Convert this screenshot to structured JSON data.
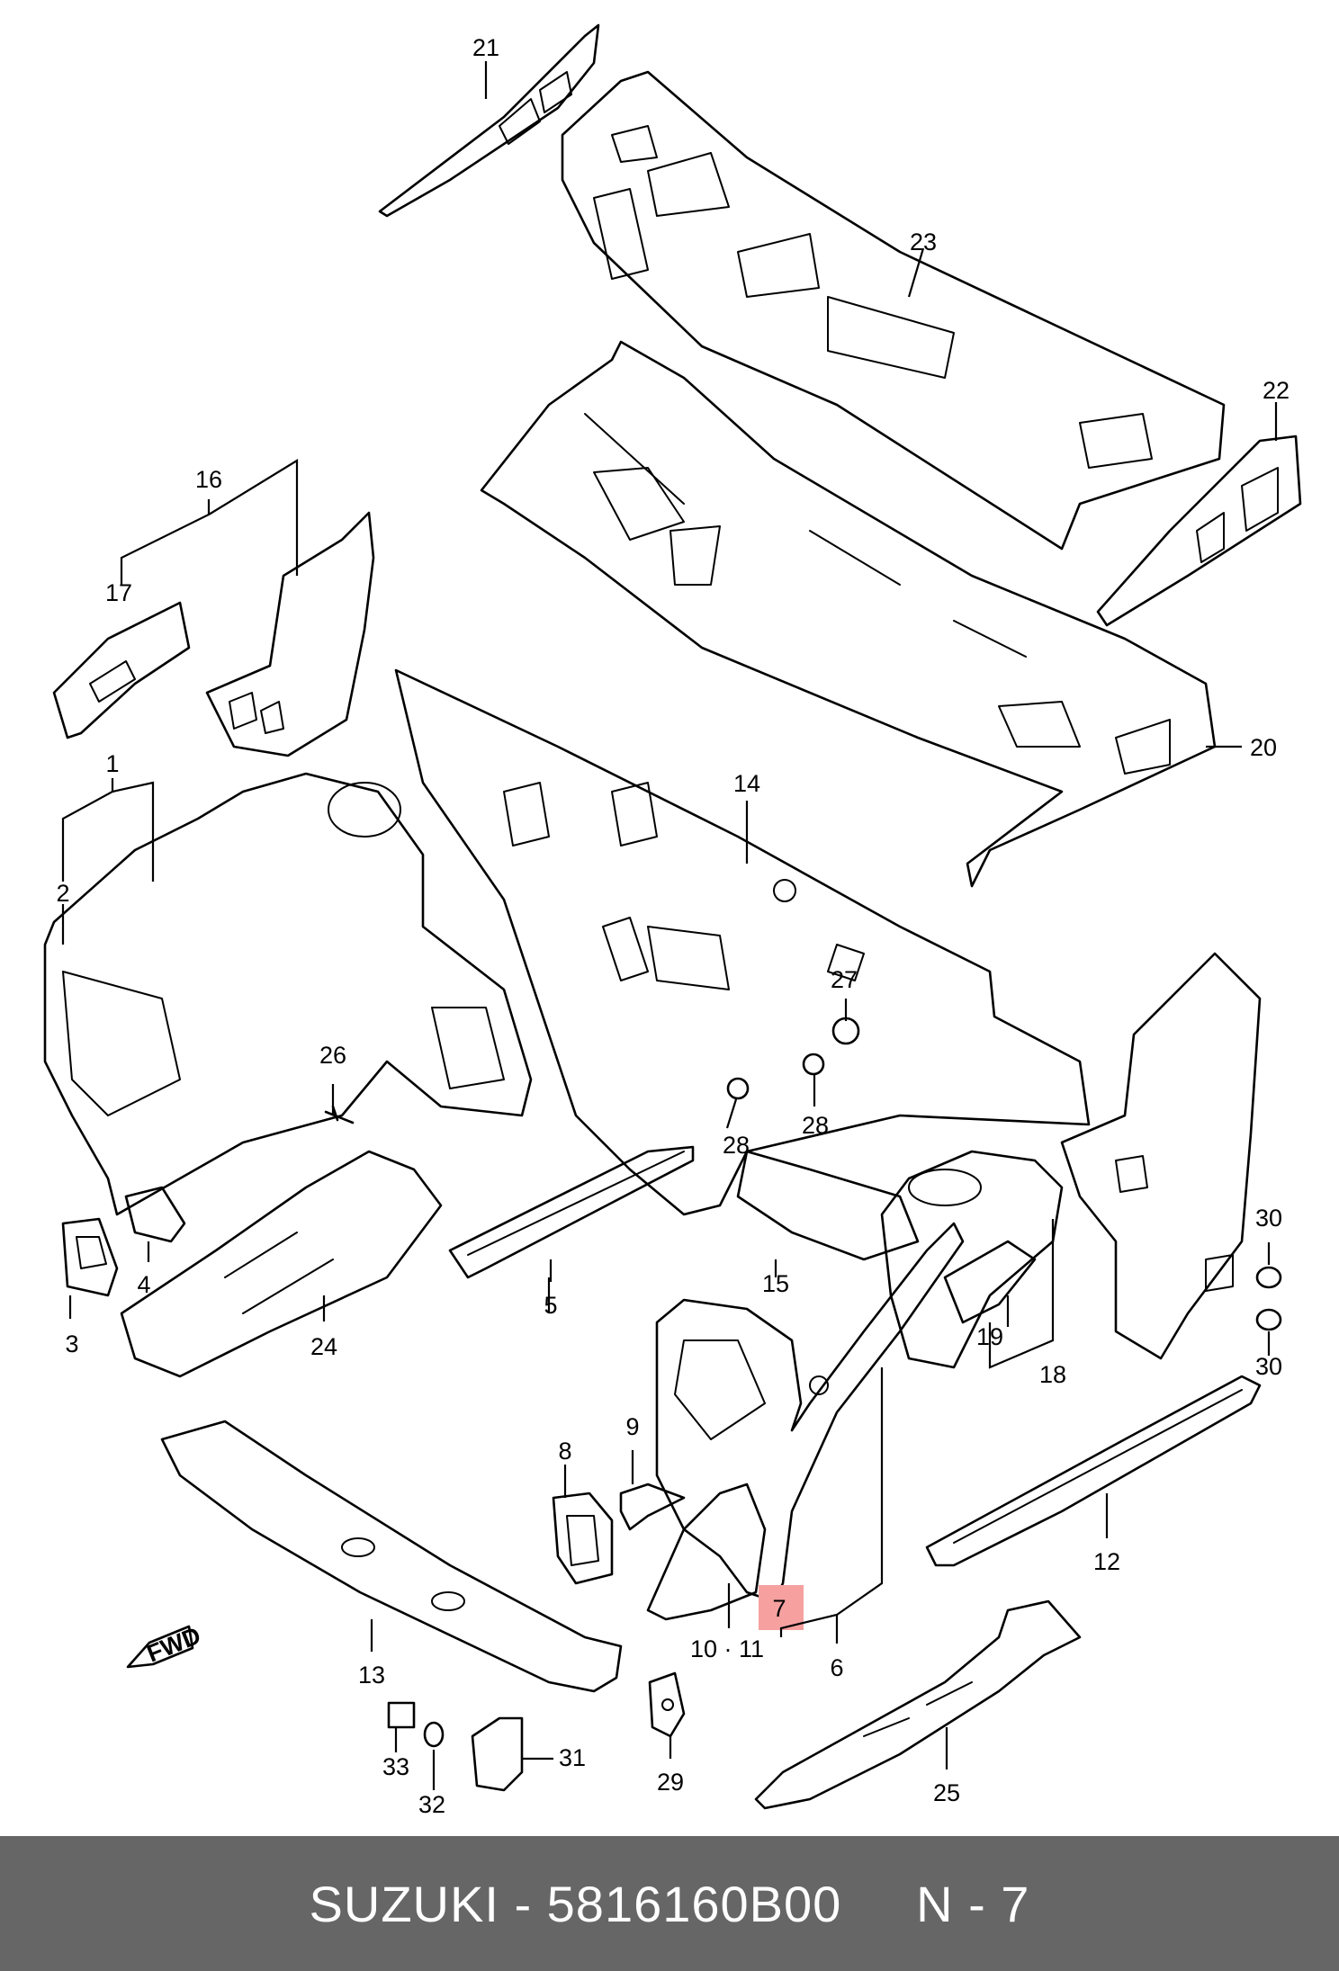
{
  "diagram": {
    "callouts": [
      {
        "id": "c1",
        "label": "1"
      },
      {
        "id": "c2",
        "label": "2"
      },
      {
        "id": "c3",
        "label": "3"
      },
      {
        "id": "c4",
        "label": "4"
      },
      {
        "id": "c5",
        "label": "5"
      },
      {
        "id": "c6",
        "label": "6"
      },
      {
        "id": "c7",
        "label": "7",
        "highlighted": true
      },
      {
        "id": "c8",
        "label": "8"
      },
      {
        "id": "c9",
        "label": "9"
      },
      {
        "id": "c10",
        "label": "10 · 11"
      },
      {
        "id": "c12",
        "label": "12"
      },
      {
        "id": "c13",
        "label": "13"
      },
      {
        "id": "c14",
        "label": "14"
      },
      {
        "id": "c15",
        "label": "15"
      },
      {
        "id": "c16",
        "label": "16"
      },
      {
        "id": "c17",
        "label": "17"
      },
      {
        "id": "c18",
        "label": "18"
      },
      {
        "id": "c19",
        "label": "19"
      },
      {
        "id": "c20",
        "label": "20"
      },
      {
        "id": "c21",
        "label": "21"
      },
      {
        "id": "c22",
        "label": "22"
      },
      {
        "id": "c23",
        "label": "23"
      },
      {
        "id": "c24",
        "label": "24"
      },
      {
        "id": "c25",
        "label": "25"
      },
      {
        "id": "c26",
        "label": "26"
      },
      {
        "id": "c27",
        "label": "27"
      },
      {
        "id": "c28a",
        "label": "28"
      },
      {
        "id": "c28b",
        "label": "28"
      },
      {
        "id": "c29",
        "label": "29"
      },
      {
        "id": "c30a",
        "label": "30"
      },
      {
        "id": "c30b",
        "label": "30"
      },
      {
        "id": "c31",
        "label": "31"
      },
      {
        "id": "c32",
        "label": "32"
      },
      {
        "id": "c33",
        "label": "33"
      }
    ],
    "fwd_label": "FWD",
    "highlight_color": "#f6a0a0",
    "line_color": "#000000"
  },
  "footer": {
    "caption": "SUZUKI - 5816160B00     N - 7",
    "background": "#666666"
  }
}
